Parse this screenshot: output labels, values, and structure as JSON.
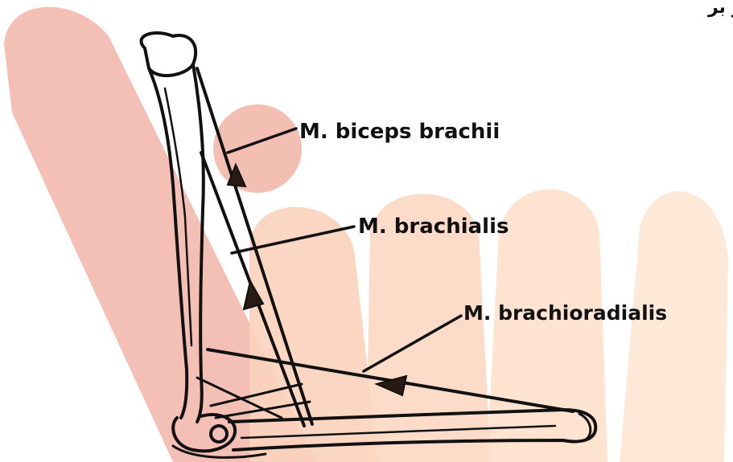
{
  "header": {
    "text": "بری یرر ی ک ی پر ر بر"
  },
  "labels": {
    "biceps": "M. biceps brachii",
    "brachialis": "M. brachialis",
    "brachioradialis": "M. brachioradialis"
  },
  "colors": {
    "watermark_pink": "#f2b8ae",
    "watermark_peach": "#fbd6c0",
    "watermark_light": "#fde6d2",
    "line": "#111111",
    "arrowhead": "#2a1a14"
  }
}
